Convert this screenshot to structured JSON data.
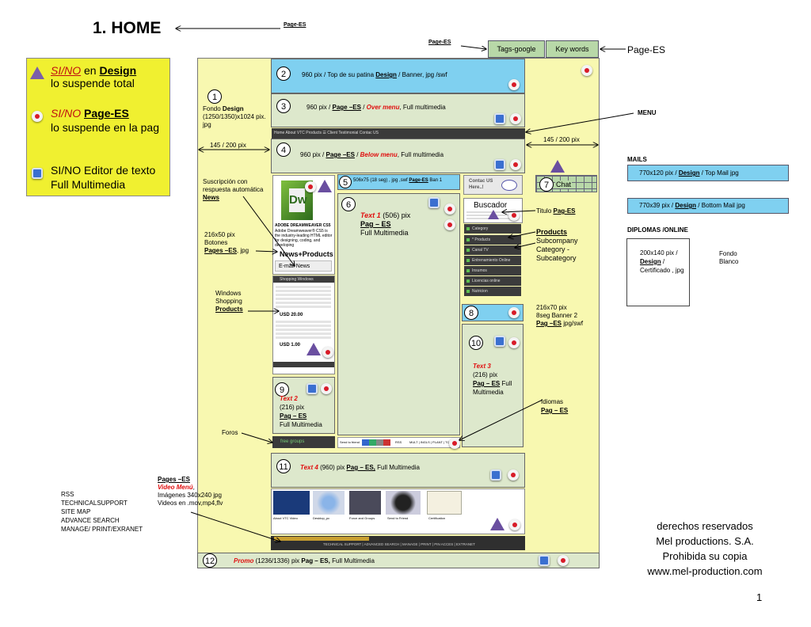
{
  "header": {
    "title": "1. HOME",
    "title_tag": "Page-ES",
    "tags_tag": "Page-ES",
    "tags_google": "Tags-google",
    "keywords": "Key words",
    "keywords_tag": "Page-ES"
  },
  "legend": {
    "l1": {
      "sino": "SI/NO",
      "en": "en",
      "design": "Design",
      "rest": "lo suspende total"
    },
    "l2": {
      "sino": "SI/NO",
      "page": "Page-ES",
      "rest": "lo suspende en la pag"
    },
    "l3": {
      "text": "SI/NO Editor de texto Full Multimedia"
    }
  },
  "left_annotations": {
    "n1": "1",
    "fondo": "Fondo",
    "fondo_design": "Design",
    "fondo_size": "(1250/1350)x1024 pix. jpg",
    "margin_w": "145 / 200 pix",
    "suscripcion": "Suscripción con respuesta automática",
    "news": "News",
    "botones_size": "216x50 pix",
    "botones": "Botones",
    "botones_page": "Pages –ES",
    "botones_ext": ", jpg",
    "windows1": "Windows",
    "windows2": "Shopping",
    "windows3": "Products",
    "foros": "Foros",
    "video_pages": "Pages –ES",
    "video_menu": "Video Menú",
    "video_imgs": "Imágenes 340x240 jpg",
    "video_vids": "Videos en .mov,mp4,flv",
    "rss": [
      "RSS",
      "TECHNICALSUPPORT",
      "SITE MAP",
      "ADVANCE SEARCH",
      "MANAGE/ PRINT/EXRANET"
    ]
  },
  "sections": {
    "s2_num": "2",
    "s2_a": "960 pix / Top de su patina",
    "s2_design": "Design",
    "s2_b": "/ Banner, jpg /swf",
    "s3_num": "3",
    "s3_a": "960 pix /",
    "s3_page": "Page –ES",
    "s3_sep": "/",
    "s3_red": "Over menu",
    "s3_b": ", Full multimedia",
    "s4_num": "4",
    "s4_a": "960 pix /",
    "s4_page": "Page –ES",
    "s4_sep": "/",
    "s4_red": "Below menu",
    "s4_b": ", Full multimedia",
    "s5_num": "5",
    "s5_a": "506x75 (18 seg) , jpg ,swf",
    "s5_page": "Page-ES",
    "s5_b": "Ban 1",
    "s6_num": "6",
    "s6_red": "Text 1",
    "s6_a": "(506) pix",
    "s6_page": "Pag – ES",
    "s6_b": "Full Multimedia",
    "s7_num": "7",
    "s7_chat": "Chat",
    "s8_num": "8",
    "s9_num": "9",
    "s9_red": "Text 2",
    "s9_a": "(216) pix",
    "s9_page": "Pag – ES",
    "s9_b": "Full Multimedia",
    "s10_num": "10",
    "s10_red": "Text 3",
    "s10_a": "(216) pix",
    "s10_page": "Pag – ES",
    "s10_b": "Full Multimedia",
    "s11_num": "11",
    "s11_red": "Text 4",
    "s11_a": "(960) pix",
    "s11_page": "Pag – ES,",
    "s11_b": "Full Multimedia",
    "s12_num": "12",
    "s12_red": "Promo",
    "s12_a": "(1236/1336) pix",
    "s12_page": "Pag – ES,",
    "s12_b": "Full Multimedia"
  },
  "mockup": {
    "menu_items": "Home   About VTC   Products   ☰   Client Testimonial   Contac US",
    "adobe_title": "ADOBE DREAMWEAVER CS5",
    "adobe_text": "Adobe Dreamweaver® CS5 is the industry-leading HTML editor for designing, coding, and developing",
    "news_products": "News+Products",
    "email_news": "E-mail News",
    "shop_title": "Shopping Windows",
    "shop_price1": "USD 20.00",
    "shop_price2": "USD 1.00",
    "contact": "Contac US Here..!",
    "buscador": "Buscador",
    "categories": [
      "Category",
      "* Products",
      "Canal TV",
      "Entrenamiento Online",
      "Insumos",
      "Licencias online",
      "Nutricion"
    ],
    "free_groups": "free groups",
    "social_bar": "Send to friend",
    "rss_bar": "RSS",
    "lang_bar": "MULT | INGLS | PLANT | TC",
    "footer_links": "TECHNICAL SUPPORT | ADVANCED SEARCH | MANAGE | PRINT | PIN ACCES | EXTRANET",
    "video_labels": [
      "About VTC Video",
      "Desktop_pc",
      "Force and Groups",
      "Send to Friend",
      "Certification"
    ]
  },
  "right_annotations": {
    "menu": "MENU",
    "margin_w": "145 / 200 pix",
    "titulo": "Titulo",
    "titulo_page": "Pag-ES",
    "products": "Products",
    "subcompany": "Subcompany",
    "category": "Category -",
    "subcategory": "Subcategory",
    "banner2_a": "216x70 pix",
    "banner2_b": "8seg  Banner 2",
    "banner2_page": "Pag –ES",
    "banner2_c": "jpg/swf",
    "idiomas": "Idiomas",
    "idiomas_page": "Pag – ES",
    "mails": "MAILS",
    "mail_top_a": "770x120 pix /",
    "mail_top_design": "Design",
    "mail_top_b": "/ Top Mail jpg",
    "mail_bot_a": "770x39 pix /",
    "mail_bot_design": "Design",
    "mail_bot_b": "/ Bottom Mail jpg",
    "diplomas": "DIPLOMAS /ONLINE",
    "dipl_a": "200x140 pix /",
    "dipl_design": "Design",
    "dipl_b": "/ Certificado , jpg",
    "fondo_blanco_1": "Fondo",
    "fondo_blanco_2": "Blanco",
    "copyright": [
      "derechos reservados",
      "Mel productions. S.A.",
      "Prohibida su copia",
      "www.mel-production.com"
    ],
    "page_number": "1"
  }
}
